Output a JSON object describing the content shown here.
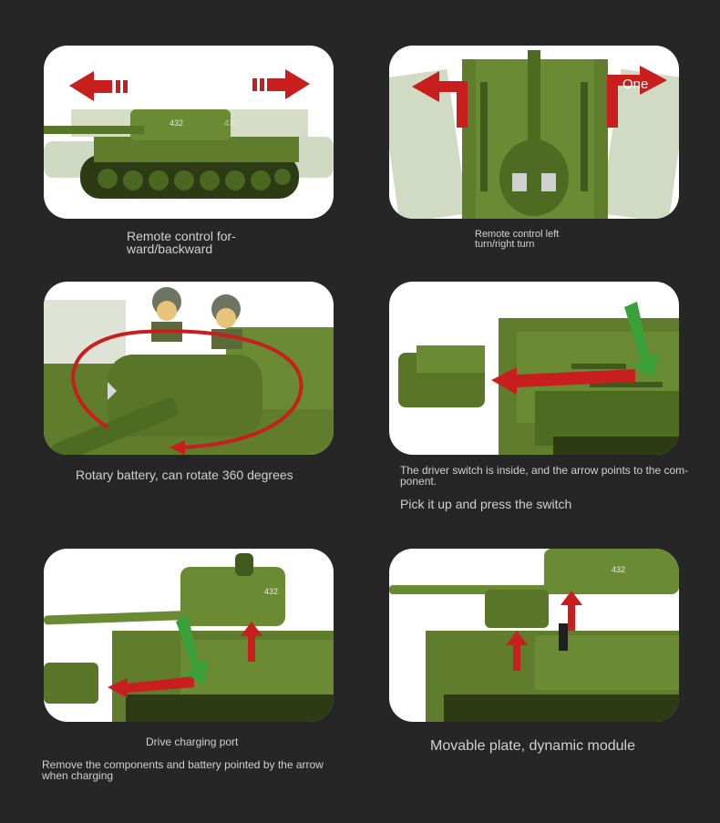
{
  "panels": [
    {
      "caption": "Remote control for-\nward/backward"
    },
    {
      "caption": "Remote control left\nturn/right turn",
      "overlay_text": "One"
    },
    {
      "caption": "Rotary battery, can rotate 360 degrees"
    },
    {
      "caption": "The driver switch is inside, and the arrow points to the com-\nponent.",
      "sub_caption": "Pick it up and press the switch"
    },
    {
      "caption": "Drive charging port",
      "sub_caption": "Remove the components and battery pointed by the arrow\nwhen charging"
    },
    {
      "caption": "Movable plate, dynamic module"
    }
  ],
  "hull_marking": "432",
  "colors": {
    "background": "#262626",
    "card": "#ffffff",
    "tank_green": "#5f7d2c",
    "tank_dark": "#3f5a1c",
    "arrow_red": "#c81e1e",
    "arrow_green": "#3aa03a"
  }
}
